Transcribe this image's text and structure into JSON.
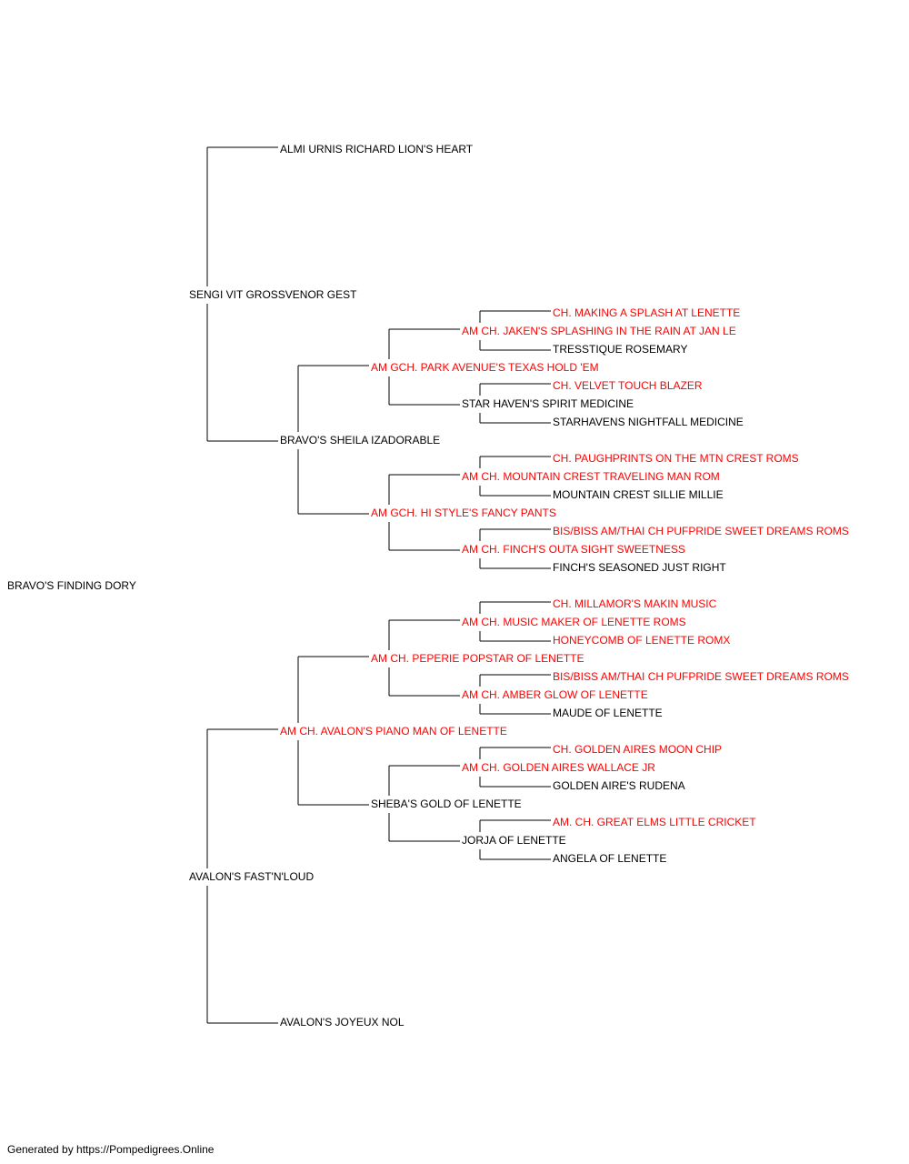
{
  "pedigree": {
    "subject": {
      "name": "BRAVO'S FINDING DORY",
      "titled": false
    },
    "sire": {
      "name": "SENGI VIT GROSSVENOR GEST",
      "titled": false,
      "sire": {
        "name": "ALMI URNIS RICHARD LION'S HEART",
        "titled": false
      },
      "dam": {
        "name": "BRAVO'S SHEILA IZADORABLE",
        "titled": false,
        "sire": {
          "name": "AM GCH. PARK AVENUE'S TEXAS HOLD 'EM",
          "titled": true,
          "sire": {
            "name": "AM CH. JAKEN'S SPLASHING IN THE RAIN AT JAN LE",
            "titled": true,
            "sire": {
              "name": "CH. MAKING A SPLASH AT LENETTE",
              "titled": true
            },
            "dam": {
              "name": "TRESSTIQUE ROSEMARY",
              "titled": false
            }
          },
          "dam": {
            "name": "STAR HAVEN'S SPIRIT MEDICINE",
            "titled": false,
            "sire": {
              "name": "CH. VELVET TOUCH BLAZER",
              "titled": true
            },
            "dam": {
              "name": "STARHAVENS NIGHTFALL MEDICINE",
              "titled": false
            }
          }
        },
        "dam": {
          "name": "AM GCH. HI STYLE'S FANCY PANTS",
          "titled": true,
          "sire": {
            "name": "AM CH. MOUNTAIN CREST TRAVELING MAN ROM",
            "titled": true,
            "sire": {
              "name": "CH. PAUGHPRINTS ON THE MTN CREST ROMS",
              "titled": true
            },
            "dam": {
              "name": "MOUNTAIN CREST SILLIE MILLIE",
              "titled": false
            }
          },
          "dam": {
            "name": "AM CH. FINCH'S OUTA SIGHT SWEETNESS",
            "titled": true,
            "sire": {
              "name": "BIS/BISS AM/THAI CH PUFPRIDE SWEET DREAMS ROMS",
              "titled": true
            },
            "dam": {
              "name": "FINCH'S SEASONED JUST RIGHT",
              "titled": false
            }
          }
        }
      }
    },
    "dam": {
      "name": "AVALON'S FAST'N'LOUD",
      "titled": false,
      "sire": {
        "name": "AM CH. AVALON'S PIANO MAN OF LENETTE",
        "titled": true,
        "sire": {
          "name": "AM CH. PEPERIE POPSTAR OF LENETTE",
          "titled": true,
          "sire": {
            "name": "AM CH. MUSIC MAKER OF LENETTE ROMS",
            "titled": true,
            "sire": {
              "name": "CH. MILLAMOR'S MAKIN MUSIC",
              "titled": true
            },
            "dam": {
              "name": "HONEYCOMB OF LENETTE ROMX",
              "titled": true
            }
          },
          "dam": {
            "name": "AM CH. AMBER GLOW OF LENETTE",
            "titled": true,
            "sire": {
              "name": "BIS/BISS AM/THAI CH PUFPRIDE SWEET DREAMS ROMS",
              "titled": true
            },
            "dam": {
              "name": "MAUDE OF LENETTE",
              "titled": false
            }
          }
        },
        "dam": {
          "name": "SHEBA'S GOLD OF LENETTE",
          "titled": false,
          "sire": {
            "name": "AM CH. GOLDEN AIRES WALLACE JR",
            "titled": true,
            "sire": {
              "name": "CH. GOLDEN AIRES MOON CHIP",
              "titled": true
            },
            "dam": {
              "name": "GOLDEN AIRE'S RUDENA",
              "titled": false
            }
          },
          "dam": {
            "name": "JORJA OF LENETTE",
            "titled": false,
            "sire": {
              "name": "AM. CH. GREAT ELMS LITTLE CRICKET",
              "titled": true
            },
            "dam": {
              "name": "ANGELA OF LENETTE",
              "titled": false
            }
          }
        }
      },
      "dam": {
        "name": "AVALON'S JOYEUX NOL",
        "titled": false
      }
    }
  },
  "colors": {
    "titled_text": "#ff0000",
    "plain_text": "#000000",
    "connector_line": "#000000"
  },
  "footer": {
    "text": "Generated by https://Pompedigrees.Online"
  }
}
